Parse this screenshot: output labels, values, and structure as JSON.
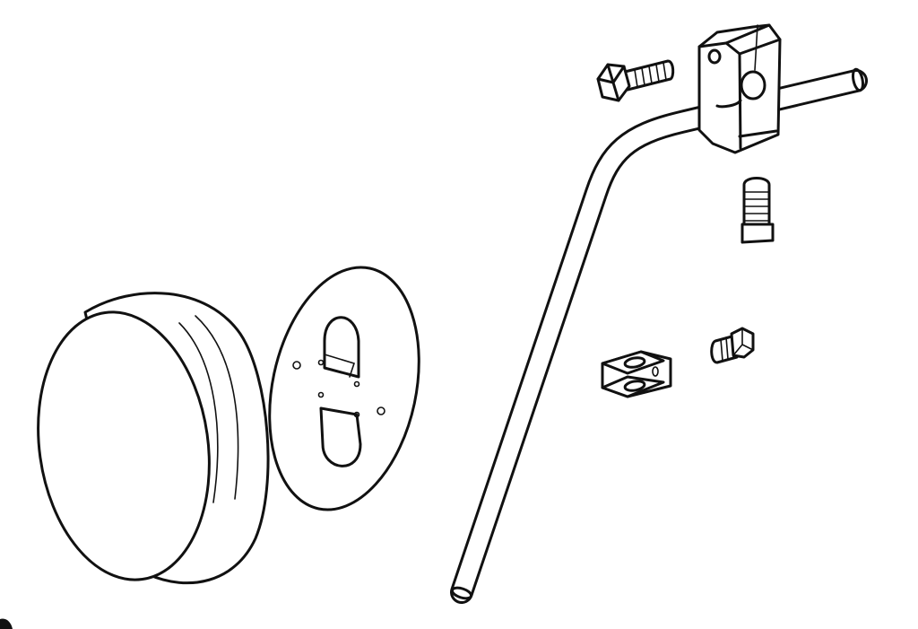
{
  "diagram": {
    "type": "exploded-parts-line-drawing",
    "parts": [
      "end-cap",
      "mounting-plate",
      "bent-rod",
      "clamp-block",
      "hex-bolt",
      "set-screw",
      "small-bolt",
      "u-clip"
    ],
    "colors": {
      "line": "#111111",
      "background": "#ffffff"
    }
  }
}
